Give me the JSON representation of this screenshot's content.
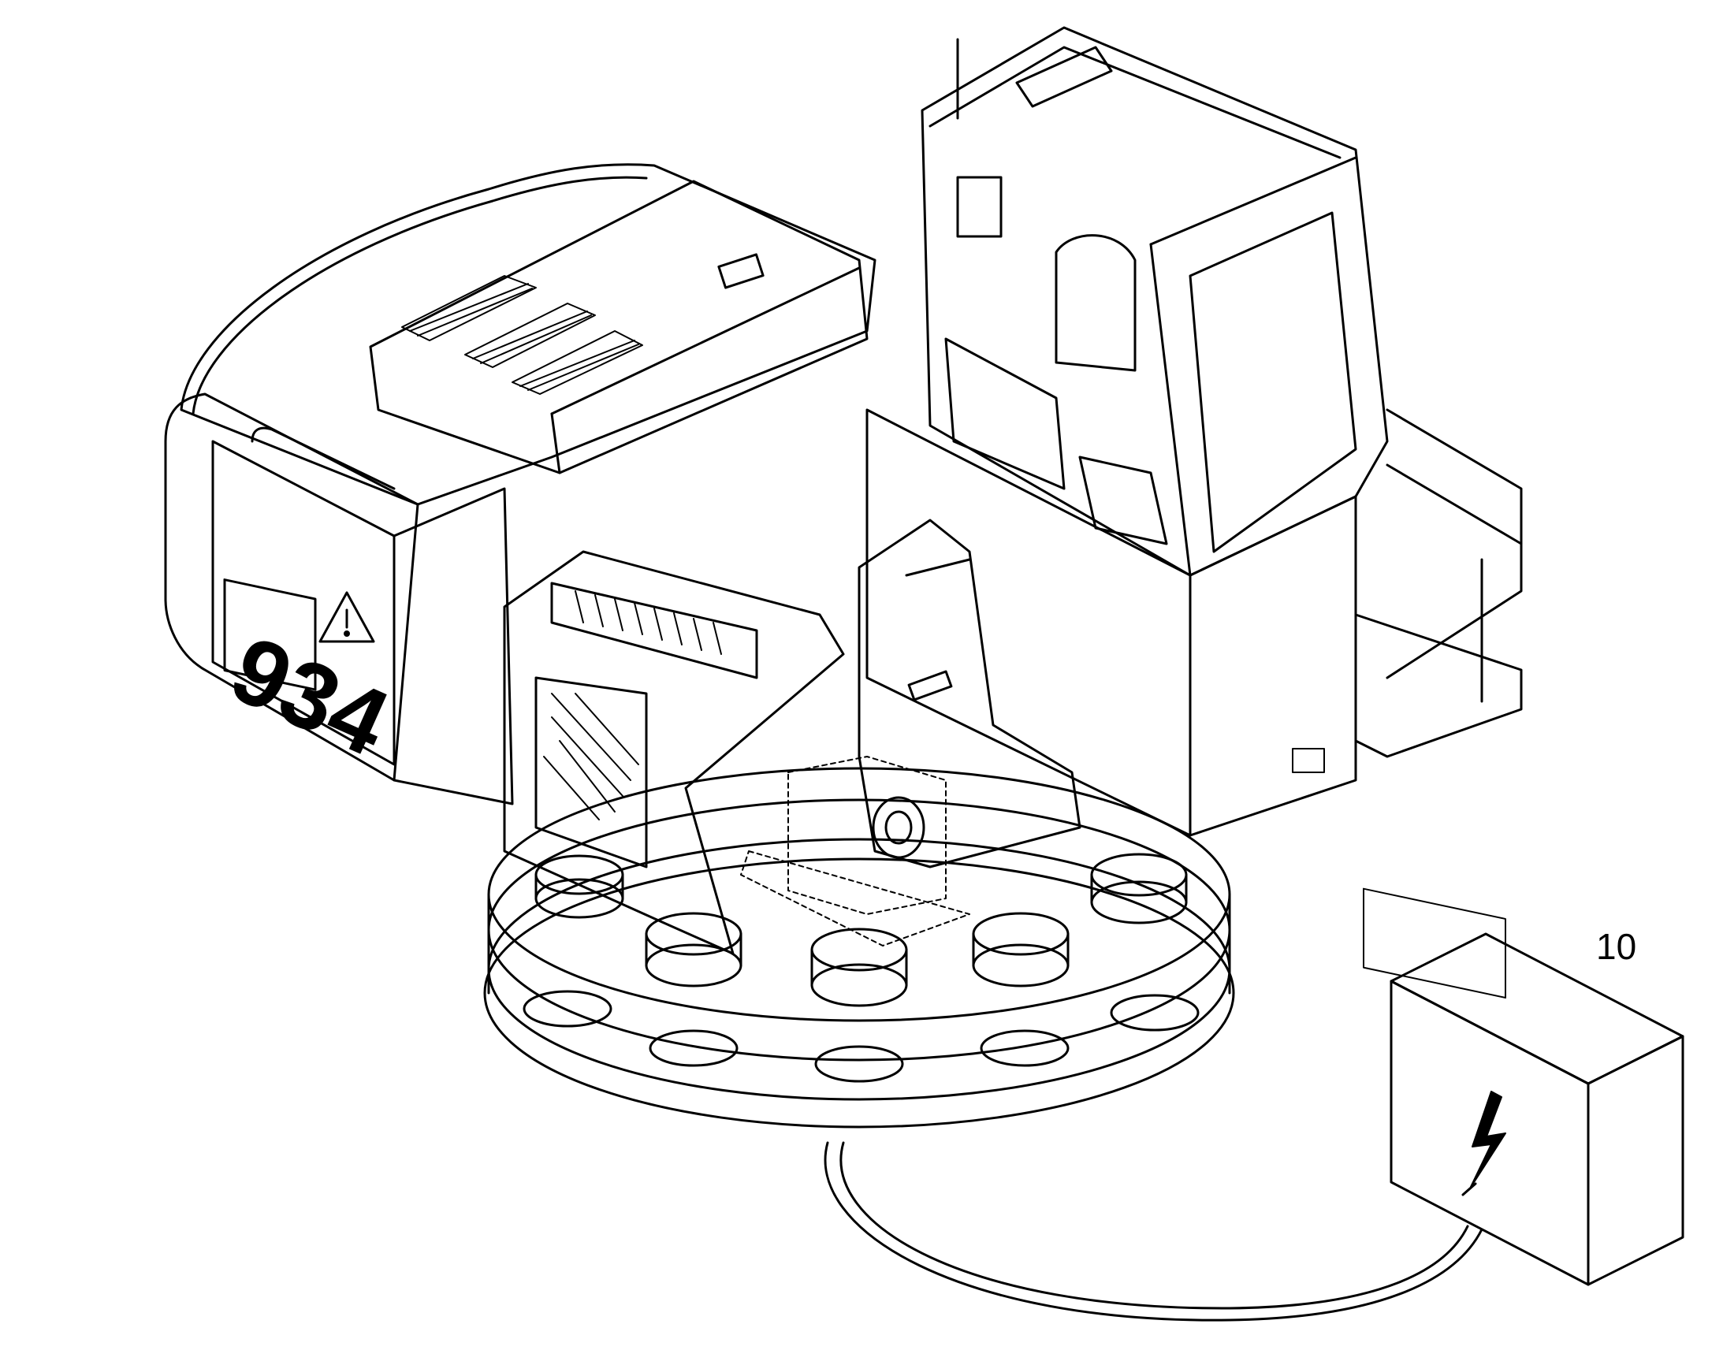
{
  "figure": {
    "model_number": "934",
    "callouts": [
      {
        "id": "power-supply",
        "label": "10"
      }
    ],
    "warning_symbol": "warning-triangle-icon",
    "power_symbol": "lightning-bolt-icon"
  }
}
